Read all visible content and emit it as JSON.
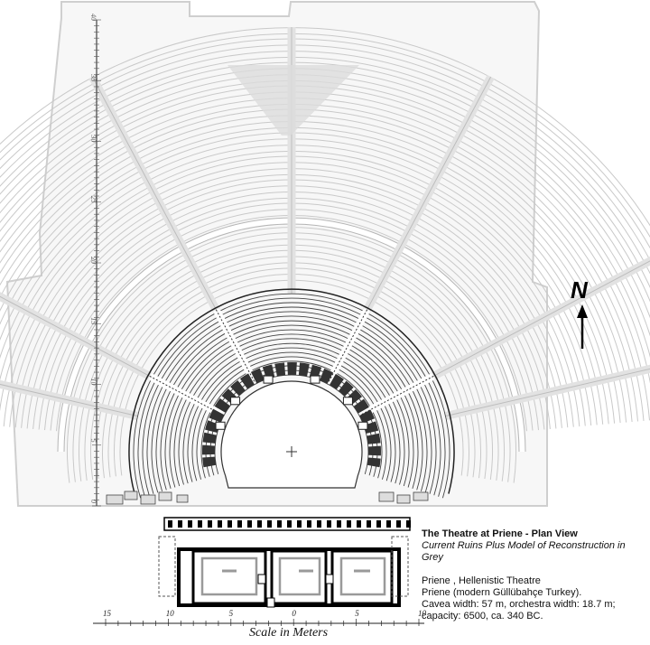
{
  "caption": {
    "title": "The Theatre at Priene - Plan View",
    "subtitle": "Current Ruins Plus Model of Reconstruction in Grey",
    "line1": "Priene , Hellenistic Theatre",
    "line2": "Priene (modern Güllübahçe Turkey).",
    "line3": "Cavea width: 57 m, orchestra width: 18.7 m;",
    "line4": "capacity: 6500, ca. 340 BC."
  },
  "north_label": "N",
  "scale": {
    "title": "Scale in Meters",
    "x_ticks": [
      "15",
      "10",
      "5",
      "0",
      "5",
      "10"
    ],
    "y_ticks": [
      "0",
      "5",
      "10",
      "15",
      "20",
      "25",
      "30",
      "35",
      "40"
    ]
  },
  "colors": {
    "reconstruction_grey": "#c9c9c9",
    "ruins_dark": "#444444",
    "walls": "#000000"
  }
}
